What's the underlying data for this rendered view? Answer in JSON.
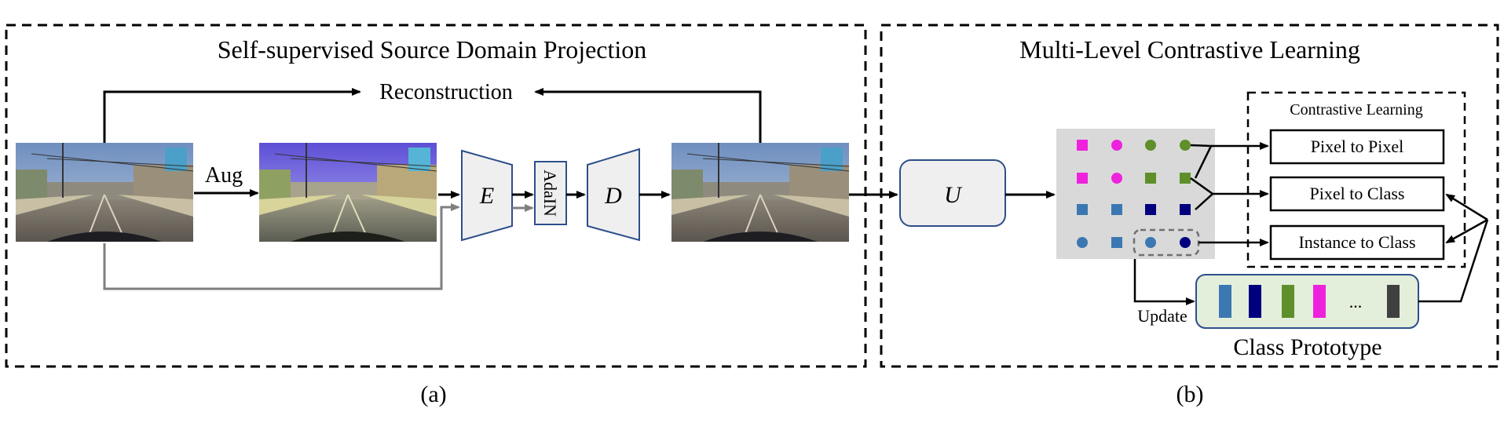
{
  "panel_a": {
    "title": "Self-supervised Source Domain Projection",
    "reconstruction": "Reconstruction",
    "aug": "Aug",
    "encoder": "E",
    "adain": "AdaIN",
    "decoder": "D",
    "caption": "(a)"
  },
  "panel_b": {
    "title": "Multi-Level Contrastive Learning",
    "network": "U",
    "contrastive_title": "Contrastive Learning",
    "pixel_to_pixel": "Pixel to Pixel",
    "pixel_to_class": "Pixel to Class",
    "instance_to_class": "Instance to Class",
    "update": "Update",
    "prototype_ellipsis": "...",
    "class_prototype": "Class Prototype",
    "caption": "(b)"
  },
  "colors": {
    "magenta": "#ee22dd",
    "olive": "#5e8f2a",
    "steel_blue": "#3b78b2",
    "navy": "#00007f",
    "dark_gray": "#404040",
    "block_fill": "#efefef",
    "block_stroke": "#2d4f8a",
    "feature_bg": "#d9d9d9",
    "prototype_bg": "#e3eedb"
  },
  "icons": [
    "road-scene-image",
    "augmented-road-image",
    "reconstructed-road-image"
  ]
}
